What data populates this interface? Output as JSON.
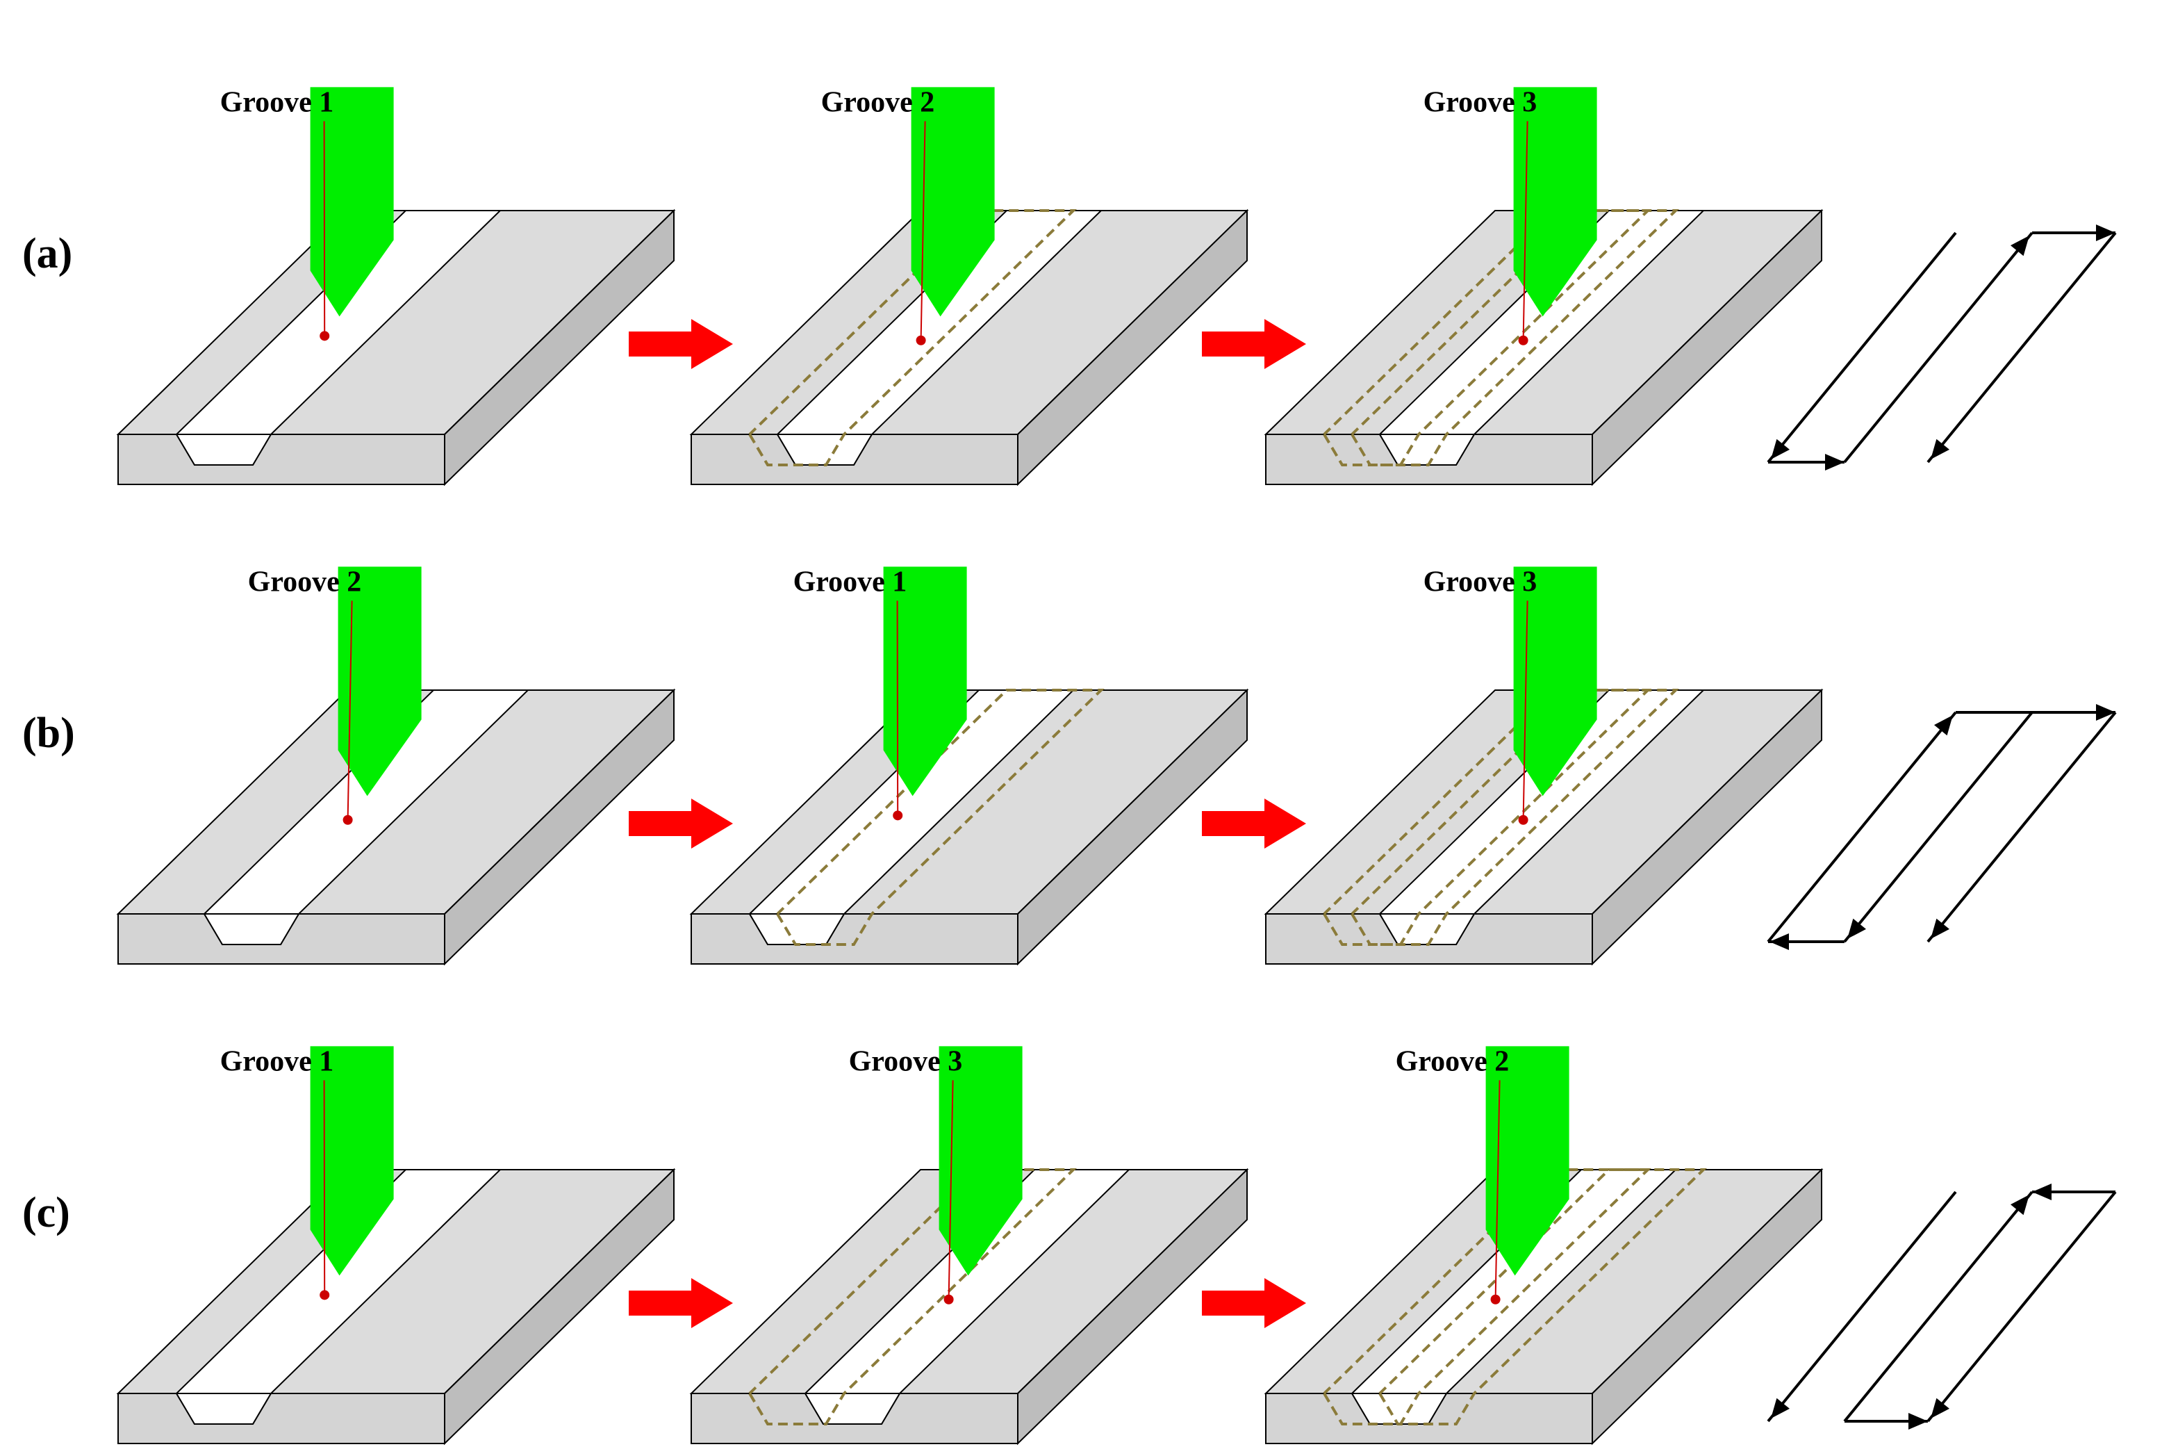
{
  "colors": {
    "plate_top": "#dcdcdc",
    "plate_front": "#d4d4d4",
    "plate_side": "#bdbdbd",
    "groove": "#ffffff",
    "tool": "#00ee00",
    "flow_arrow": "#ff0000",
    "leader": "#cc0000",
    "dashed": "#8b7b3a"
  },
  "rows": [
    {
      "label": "(a)",
      "steps": [
        {
          "groove_label": "Groove 1",
          "groove_index": 1,
          "machined": [],
          "tool_x": 4.6,
          "tool_y": -6.0,
          "marker_y": -4.0,
          "leader_side": "left"
        },
        {
          "groove_label": "Groove 2",
          "groove_index": 2,
          "machined": [
            1
          ],
          "tool_x": 5.25,
          "tool_y": -6.0,
          "marker_y": -4.0,
          "leader_side": "left"
        },
        {
          "groove_label": "Groove 3",
          "groove_index": 3,
          "machined": [
            1,
            2
          ],
          "tool_x": 5.95,
          "tool_y": -6.2,
          "marker_y": -4.0,
          "leader_side": "left"
        }
      ],
      "path_icon": "zigzag-123"
    },
    {
      "label": "(b)",
      "steps": [
        {
          "groove_label": "Groove 2",
          "groove_index": 2,
          "machined": [],
          "tool_x": 4.6,
          "tool_y": -6.0,
          "marker_y": -4.0,
          "leader_side": "left"
        },
        {
          "groove_label": "Groove 1",
          "groove_index": 1,
          "machined": [
            2
          ],
          "tool_x": 4.4,
          "tool_y": -4.4,
          "marker_y": -3.2,
          "leader_side": "left"
        },
        {
          "groove_label": "Groove 3",
          "groove_index": 3,
          "machined": [
            1,
            2
          ],
          "tool_x": 5.95,
          "tool_y": -6.2,
          "marker_y": -4.0,
          "leader_side": "left"
        }
      ],
      "path_icon": "zigzag-213"
    },
    {
      "label": "(c)",
      "steps": [
        {
          "groove_label": "Groove 1",
          "groove_index": 1,
          "machined": [],
          "tool_x": 4.6,
          "tool_y": -6.0,
          "marker_y": -4.0,
          "leader_side": "left"
        },
        {
          "groove_label": "Groove 3",
          "groove_index": 3,
          "machined": [
            1
          ],
          "tool_x": 4.3,
          "tool_y": -3.4,
          "marker_y": -2.6,
          "leader_side": "left"
        },
        {
          "groove_label": "Groove 2",
          "groove_index": 2,
          "machined": [
            1,
            3
          ],
          "tool_x": 5.4,
          "tool_y": -6.0,
          "marker_y": -4.0,
          "leader_side": "left"
        }
      ],
      "path_icon": "zigzag-132"
    }
  ],
  "flow_arrow_icon": "right-arrow-icon",
  "tool_icon": "cutting-tool-icon"
}
